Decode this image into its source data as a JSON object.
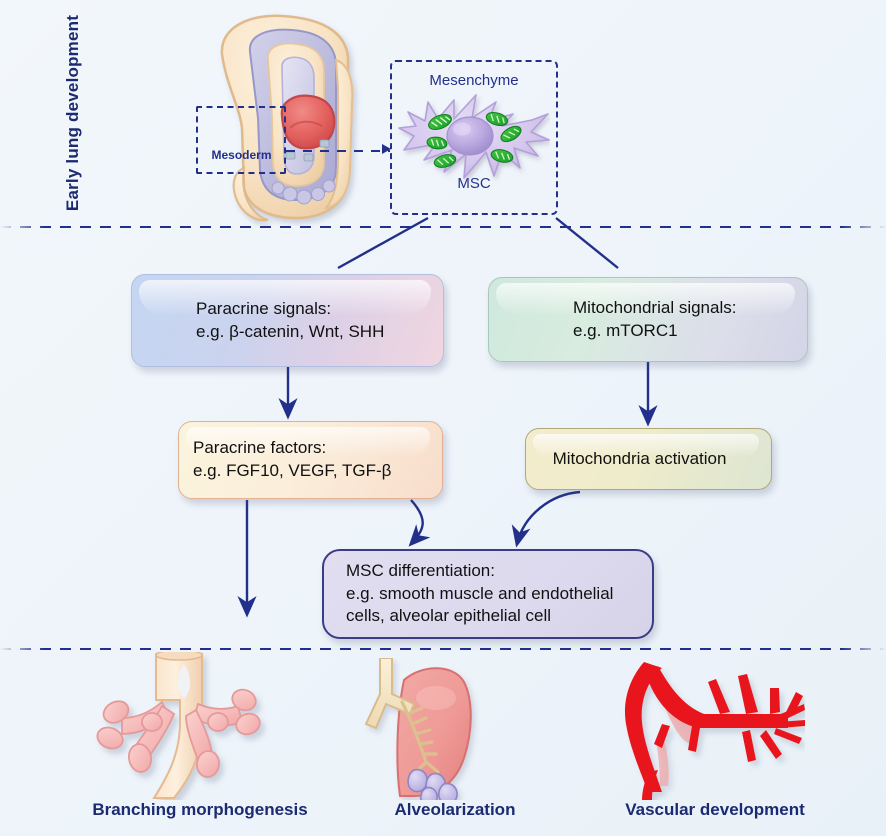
{
  "figure": {
    "section_label": "Early lung development"
  },
  "top_panel": {
    "embryo": {
      "icon": "embryo-cross-section-icon",
      "mesoderm_label": "Mesoderm"
    },
    "cell": {
      "icon": "mesenchymal-stem-cell-icon",
      "mesenchyme_label": "Mesenchyme",
      "msc_label": "MSC",
      "mitochondria_count": 6
    }
  },
  "boxes": {
    "paracrine_signals": {
      "line1": "Paracrine signals:",
      "line2": "e.g. β-catenin, Wnt, SHH",
      "fill_start": "#c4d6f2",
      "fill_end": "#f0d6e0"
    },
    "mitochondrial_signals": {
      "line1": "Mitochondrial signals:",
      "line2": "e.g. mTORC1",
      "fill_start": "#cfe8dd",
      "fill_end": "#d3d4e6"
    },
    "paracrine_factors": {
      "line1": "Paracrine factors:",
      "line2": "e.g. FGF10, VEGF, TGF-β",
      "fill_start": "#fbf4dd",
      "fill_end": "#f8ddcb"
    },
    "mitochondria_activation": {
      "line1": "Mitochondria activation",
      "fill_start": "#f3eccd",
      "fill_end": "#dde5d2"
    },
    "msc_differentiation": {
      "line1": "MSC differentiation:",
      "line2": "e.g. smooth muscle and endothelial",
      "line3": "cells, alveolar epithelial cell",
      "fill_start": "#e2def0",
      "fill_end": "#d6d2e8",
      "border": "#3a3d86"
    }
  },
  "outcomes": [
    {
      "label": "Branching morphogenesis",
      "icon": "branching-airway-icon",
      "color": "#f2c3b2"
    },
    {
      "label": "Alveolarization",
      "icon": "lung-lobe-alveoli-icon",
      "color": "#ef9e9e"
    },
    {
      "label": "Vascular development",
      "icon": "vascular-tree-icon",
      "color": "#e8181b"
    }
  ],
  "style": {
    "background": "#eef4fa",
    "accent_navy": "#22308c",
    "text_navy": "#1c2a72"
  }
}
